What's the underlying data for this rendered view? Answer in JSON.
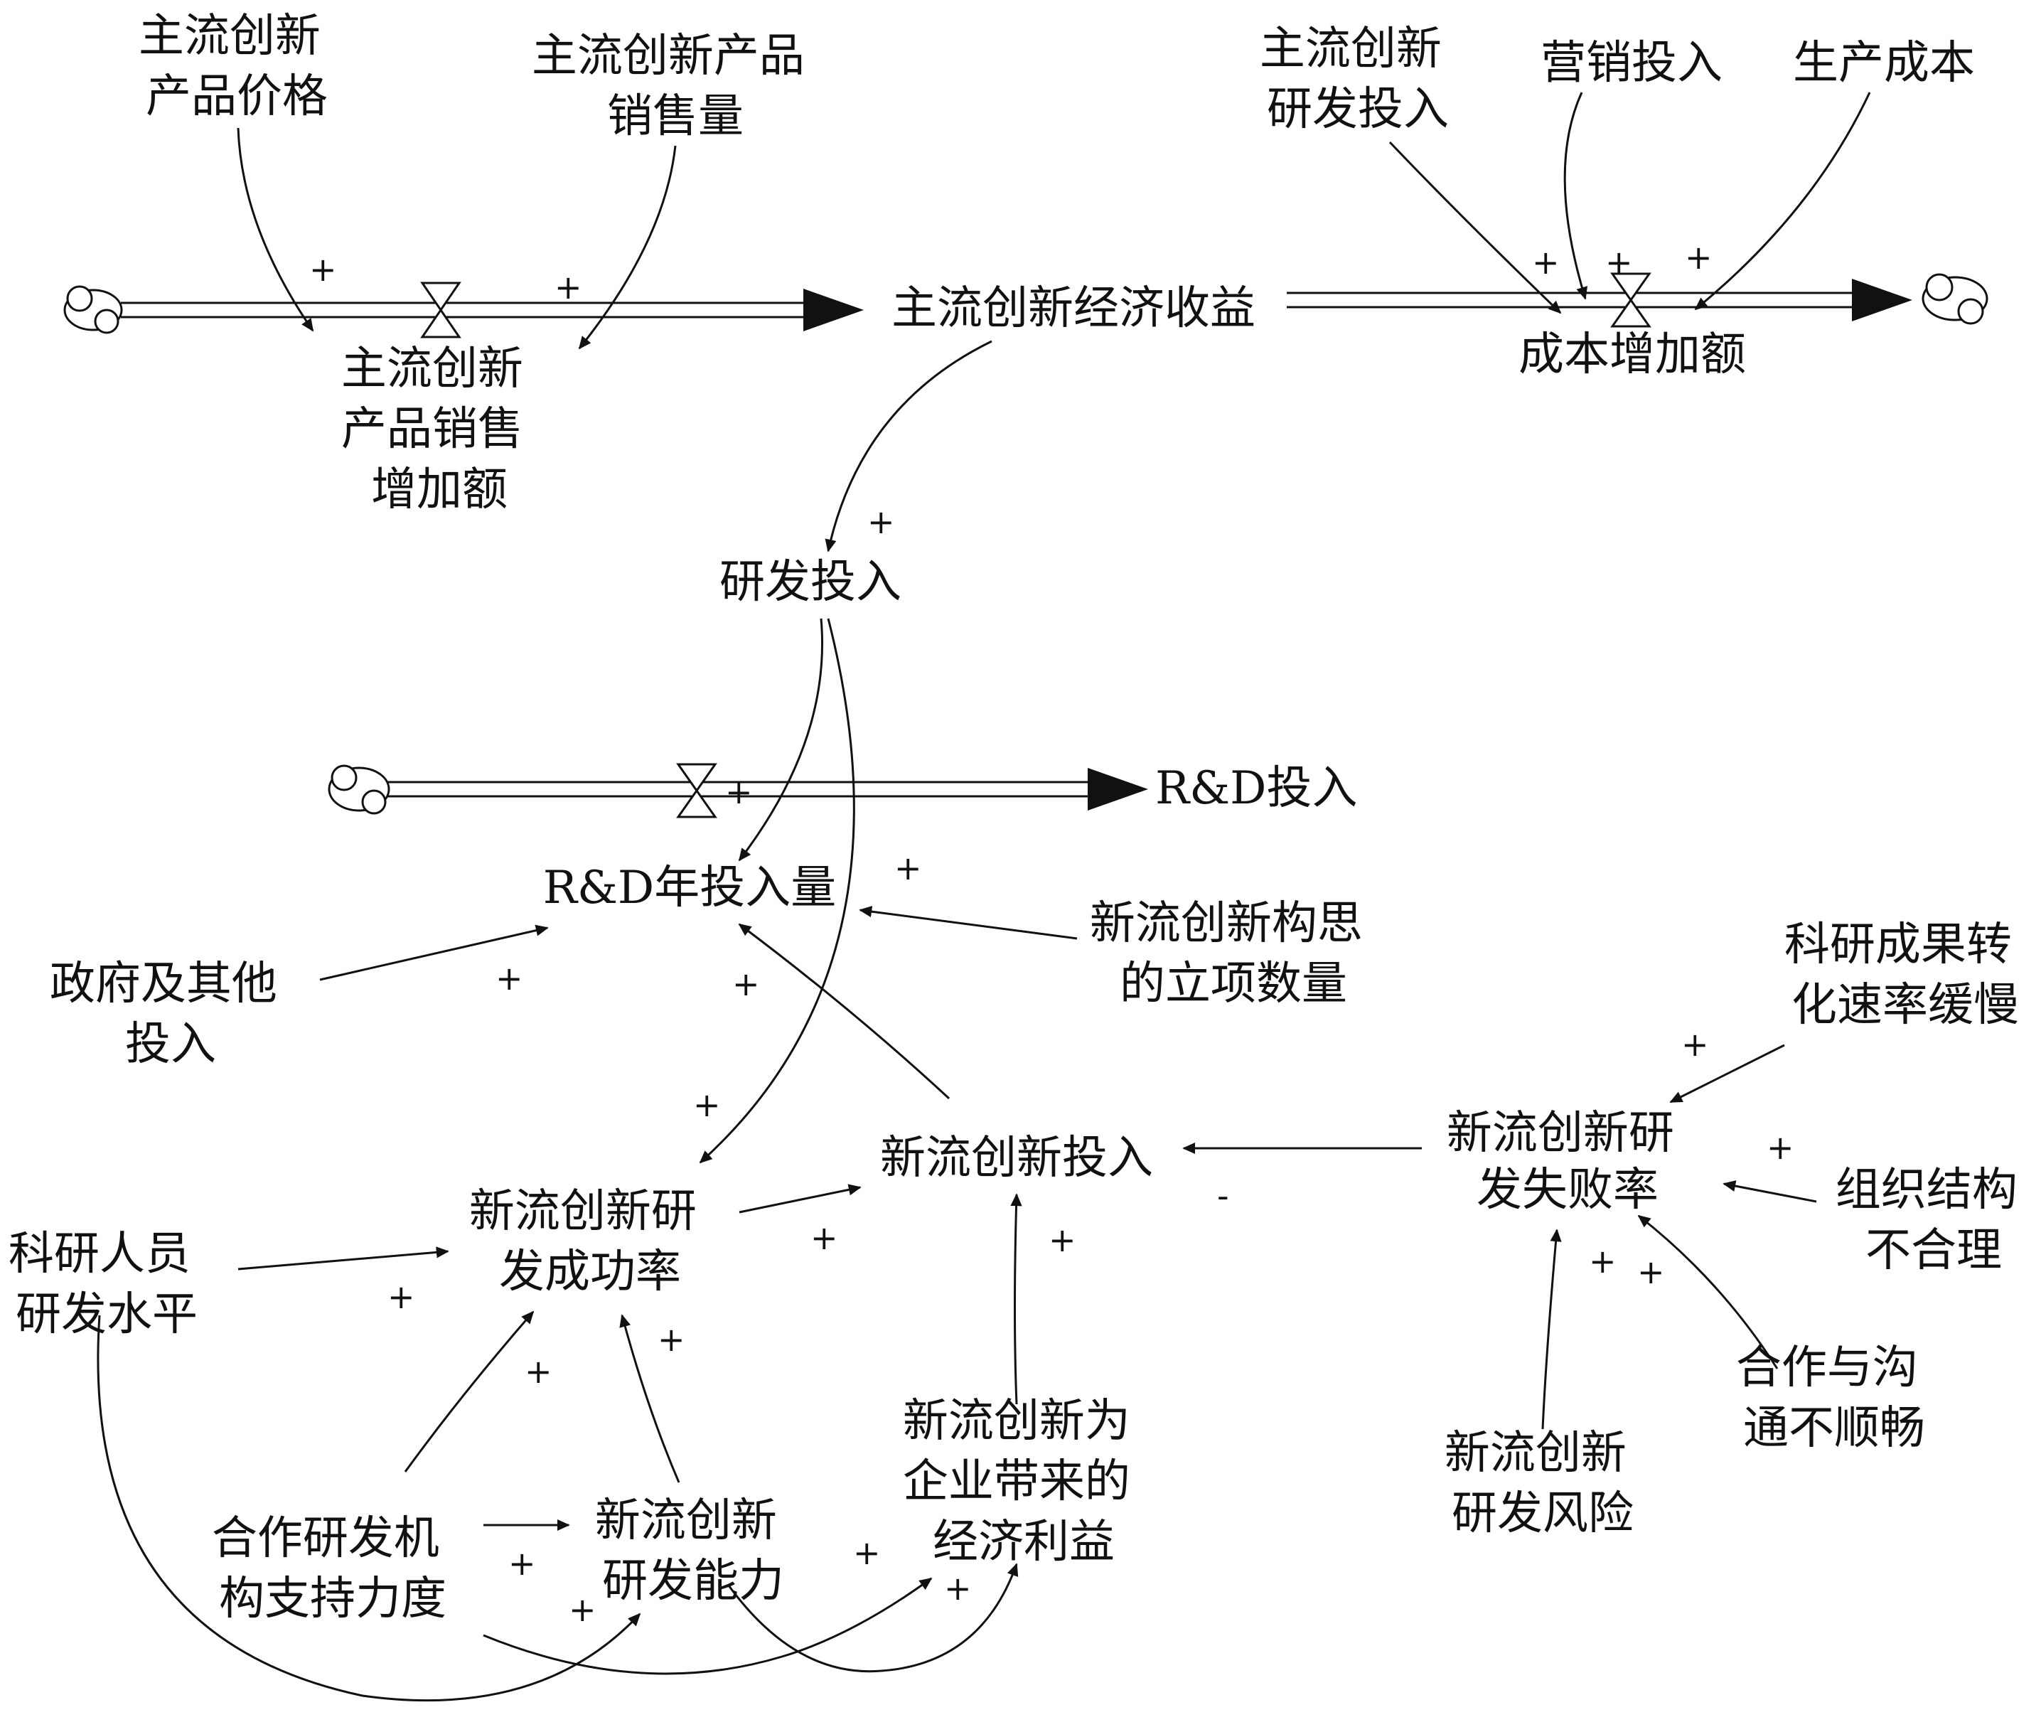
{
  "diagram": {
    "nodes": {
      "n1": [
        "主流创新",
        "产品价格"
      ],
      "n2": [
        "主流创新产品",
        "销售量"
      ],
      "n3": [
        "主流创新",
        "研发投入"
      ],
      "n4": [
        "营销投入"
      ],
      "n5": [
        "生产成本"
      ],
      "n6": [
        "主流创新经济收益"
      ],
      "n7": [
        "主流创新",
        "产品销售",
        "增加额"
      ],
      "n8": [
        "成本增加额"
      ],
      "n9": [
        "研发投入"
      ],
      "n10": [
        "R&D投入"
      ],
      "n11": [
        "R&D年投入量"
      ],
      "n12": [
        "政府及其他",
        "投入"
      ],
      "n13": [
        "新流创新构思",
        "的立项数量"
      ],
      "n14": [
        "科研成果转",
        "化速率缓慢"
      ],
      "n15": [
        "新流创新研",
        "发失败率"
      ],
      "n16": [
        "组织结构",
        "不合理"
      ],
      "n17": [
        "新流创新投入"
      ],
      "n18": [
        "新流创新研",
        "发成功率"
      ],
      "n19": [
        "科研人员",
        "研发水平"
      ],
      "n20": [
        "合作与沟",
        "通不顺畅"
      ],
      "n21": [
        "新流创新为",
        "企业带来的",
        "经济利益"
      ],
      "n22": [
        "新流创新",
        "研发风险"
      ],
      "n23": [
        "合作研发机",
        "构支持力度"
      ],
      "n24": [
        "新流创新",
        "研发能力"
      ]
    },
    "signs": {
      "plus": "+",
      "minus": "-"
    }
  }
}
